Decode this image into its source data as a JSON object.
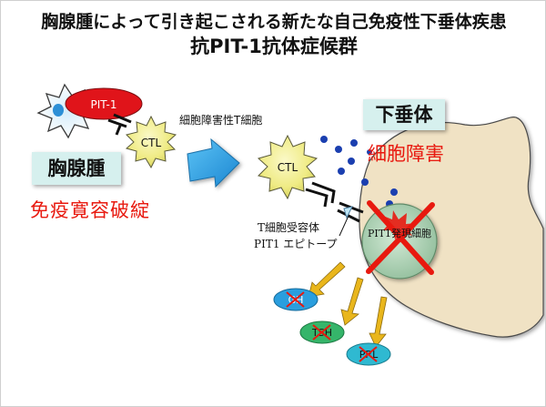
{
  "title": {
    "line1": "胸腺腫によって引き起こされる新たな自己免疫性下垂体疾患",
    "line2": "抗PIT-1抗体症候群"
  },
  "labels": {
    "pit1_antigen": "PIT-1",
    "ctl_left": "CTL",
    "ctl_right": "CTL",
    "ctl_full": "細胞障害性T細胞",
    "thymoma": "胸腺腫",
    "tolerance_breakdown": "免疫寛容破綻",
    "pituitary": "下垂体",
    "cell_damage": "細胞障害",
    "tcr": "T細胞受容体",
    "epitope": "PIT1 エピトープ",
    "pit1_cell": "PIT1発現細胞"
  },
  "hormones": [
    "GH",
    "TSH",
    "PRL"
  ],
  "colors": {
    "pit1_red": "#e0141a",
    "ctl_yellow": "#f2ee88",
    "arrow_blue": "#2aa3e6",
    "dots_blue": "#1b3fb0",
    "pituitary_tan": "#f0e2c4",
    "cell_green": "#b7d8bd",
    "cross_red": "#e8190f",
    "hormone_arrow": "#e9b61c",
    "label_bg": "#d6f0ee",
    "alert_red": "#e8190f"
  }
}
